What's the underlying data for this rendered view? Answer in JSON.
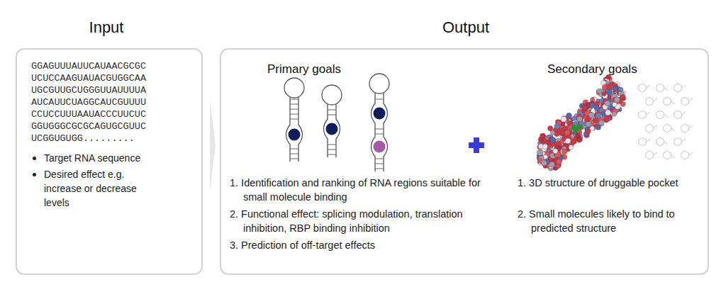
{
  "diagram": {
    "nodes": [
      {
        "text": [
          "Input",
          "GGAGUUUAUUCAUAACGCGC UCUCCAAGUAUACGUGGCAA UGCGUUGCUGGGUUAUUUUA AUCAUUCUAGGCAUCGUUUU CCUCCUUUAAUACCCUUCUC GGUGGGCGCGCAGUGCGUUC UCGGUGUGG.........",
          "Target RNA sequence",
          "Desired effect e.g. increase or decrease levels"
        ]
      },
      {
        "text": [
          "Output",
          "Primary goals",
          "1. Identification and ranking of RNA regions suitable for small molecule binding",
          "2. Functional effect: splicing modulation, translation inhibition, RBP binding inhibition",
          "3. Prediction of off-target effects",
          "Secondary goals",
          "1. 3D structure of druggable pocket",
          "2. Small molecules likely to bind to predicted structure"
        ]
      }
    ],
    "edges": [
      {
        "from": 0,
        "to": 1,
        "arrow": "to"
      }
    ]
  }
}
